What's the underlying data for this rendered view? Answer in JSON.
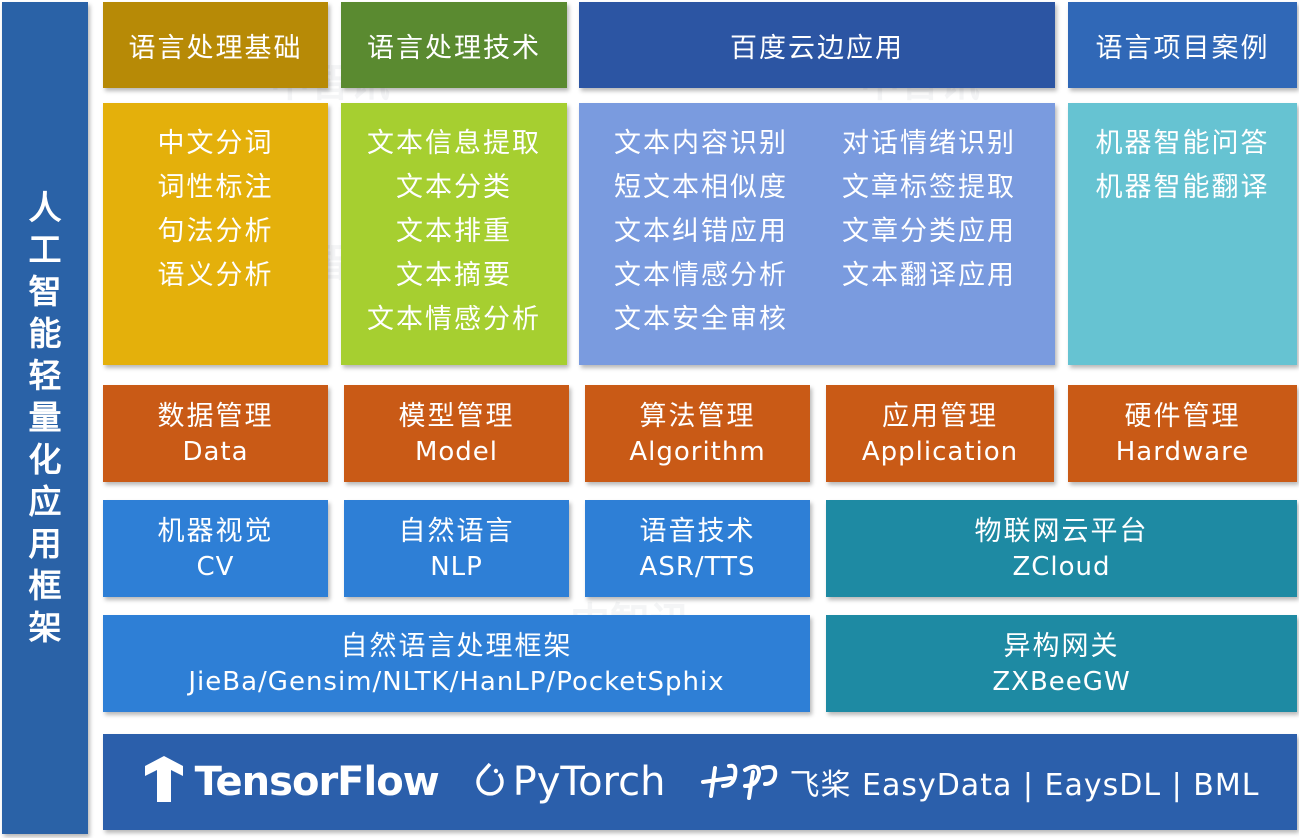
{
  "side_title": "人工智能轻量化应用框架",
  "headers": {
    "basics": "语言处理基础",
    "tech": "语言处理技术",
    "baidu": "百度云边应用",
    "cases": "语言项目案例"
  },
  "basics_items": [
    "中文分词",
    "词性标注",
    "句法分析",
    "语义分析"
  ],
  "tech_items": [
    "文本信息提取",
    "文本分类",
    "文本排重",
    "文本摘要",
    "文本情感分析"
  ],
  "baidu_items_left": [
    "文本内容识别",
    "短文本相似度",
    "文本纠错应用",
    "文本情感分析",
    "文本安全审核"
  ],
  "baidu_items_right": [
    "对话情绪识别",
    "文章标签提取",
    "文章分类应用",
    "文本翻译应用"
  ],
  "cases_items": [
    "机器智能问答",
    "机器智能翻译"
  ],
  "management": {
    "data": {
      "zh": "数据管理",
      "en": "Data"
    },
    "model": {
      "zh": "模型管理",
      "en": "Model"
    },
    "algorithm": {
      "zh": "算法管理",
      "en": "Algorithm"
    },
    "application": {
      "zh": "应用管理",
      "en": "Application"
    },
    "hardware": {
      "zh": "硬件管理",
      "en": "Hardware"
    }
  },
  "tech_row": {
    "cv": {
      "zh": "机器视觉",
      "en": "CV"
    },
    "nlp": {
      "zh": "自然语言",
      "en": "NLP"
    },
    "speech": {
      "zh": "语音技术",
      "en": "ASR/TTS"
    },
    "iot": {
      "zh": "物联网云平台",
      "en": "ZCloud"
    }
  },
  "framework": {
    "zh": "自然语言处理框架",
    "en": "JieBa/Gensim/NLTK/HanLP/PocketSphix"
  },
  "gateway": {
    "zh": "异构网关",
    "en": "ZXBeeGW"
  },
  "base": {
    "tensorflow": "TensorFlow",
    "pytorch": "PyTorch",
    "paddle": "飞桨 EasyData | EaysDL | BML"
  },
  "watermark": "中智讯",
  "colors": {
    "side": "#2a62a7",
    "basics": "#e4b00b",
    "tech": "#a6cf30",
    "baidu": "#7a9bdf",
    "cases": "#66c3d2",
    "management": "#c95a16",
    "blue": "#2e7fd6",
    "teal": "#1e8aa3",
    "base": "#2b5fab"
  },
  "icons": [
    "tensorflow-logo-icon",
    "pytorch-logo-icon",
    "paddlepaddle-logo-icon"
  ]
}
